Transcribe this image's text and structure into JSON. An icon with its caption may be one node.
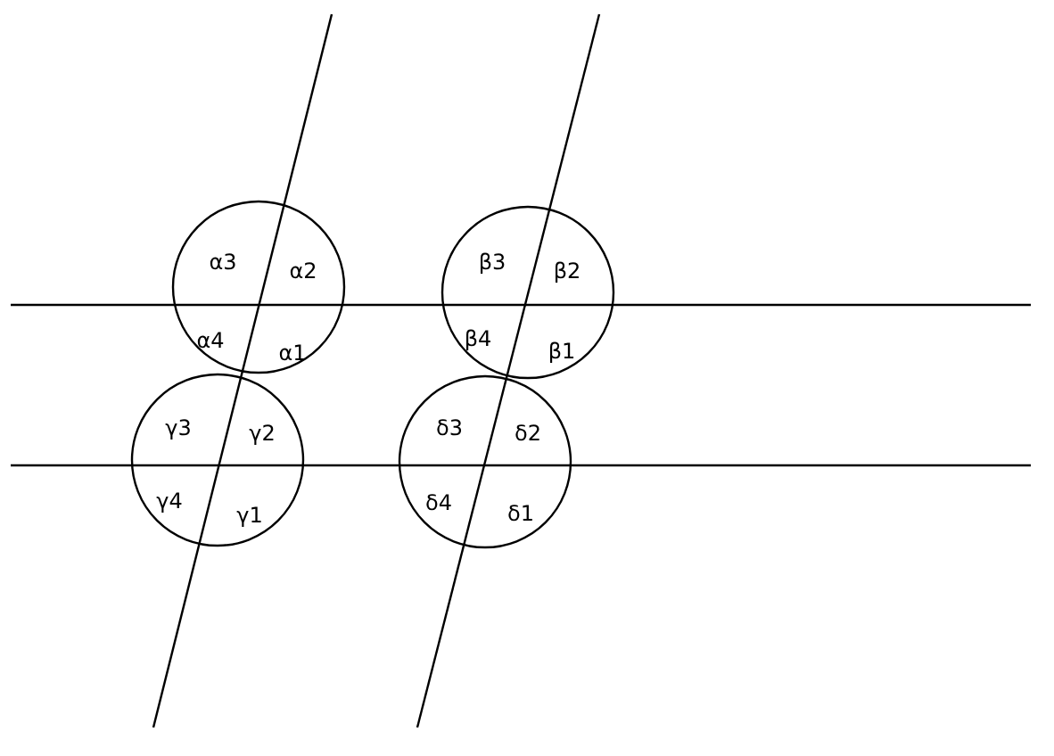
{
  "diagram": {
    "labels": [
      "α3",
      "α2",
      "β3",
      "β2",
      "α4",
      "α1",
      "β4",
      "β1",
      "γ3",
      "γ2",
      "δ3",
      "δ2",
      "γ4",
      "γ1",
      "δ4",
      "δ1"
    ]
  }
}
